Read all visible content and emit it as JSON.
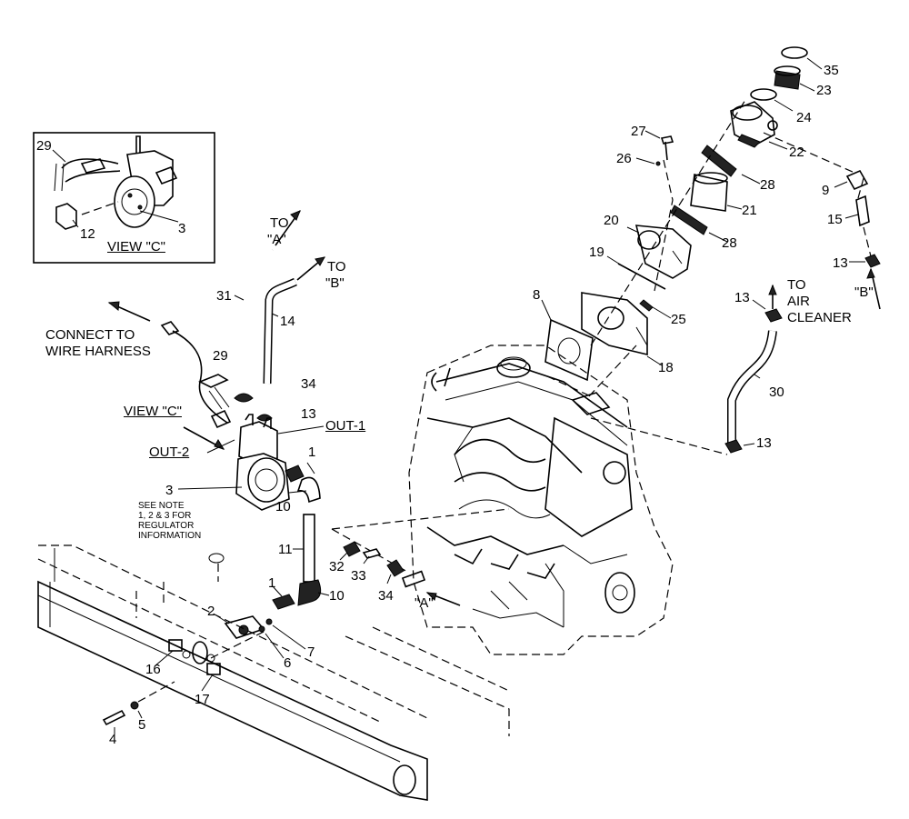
{
  "callouts": {
    "n29a": "29",
    "n12": "12",
    "n3a": "3",
    "viewc_a": "VIEW \"C\"",
    "to_a1": "TO",
    "to_a2": "\"A\"",
    "to_b1": "TO",
    "to_b2": "\"B\"",
    "n31": "31",
    "n14": "14",
    "connect1": "CONNECT TO",
    "connect2": "WIRE HARNESS",
    "n29b": "29",
    "n34a": "34",
    "n13a": "13",
    "viewc_b": "VIEW \"C\"",
    "out1": "OUT-1",
    "out2": "OUT-2",
    "n1a": "1",
    "n3b": "3",
    "note": "SEE NOTE\n1, 2 & 3 FOR\nREGULATOR\nINFORMATION",
    "n10a": "10",
    "n11": "11",
    "n1b": "1",
    "n10b": "10",
    "n2": "2",
    "n7": "7",
    "n6": "6",
    "n16": "16",
    "n17": "17",
    "n4": "4",
    "n5": "5",
    "n32": "32",
    "n33": "33",
    "n34b": "34",
    "a_lbl": "\"A\"",
    "n8": "8",
    "n18": "18",
    "n25": "25",
    "n19": "19",
    "n20": "20",
    "n28a": "28",
    "n21": "21",
    "n28b": "28",
    "n26": "26",
    "n27": "27",
    "n22": "22",
    "n24": "24",
    "n23": "23",
    "n35": "35",
    "n9": "9",
    "n15": "15",
    "n13b": "13",
    "b_lbl": "\"B\"",
    "n13c": "13",
    "to_air1": "TO",
    "to_air2": "AIR",
    "to_air3": "CLEANER",
    "n30": "30",
    "n13d": "13"
  }
}
